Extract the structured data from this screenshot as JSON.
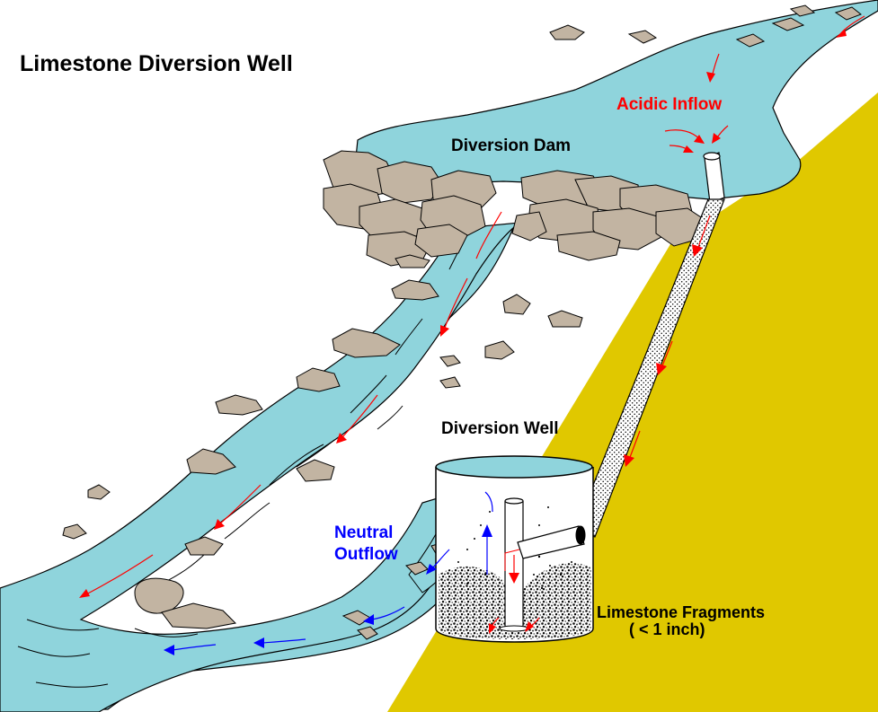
{
  "title": "Limestone Diversion Well",
  "labels": {
    "diversion_dam": "Diversion Dam",
    "acidic_inflow": "Acidic Inflow",
    "diversion_well": "Diversion Well",
    "neutral_outflow_line1": "Neutral",
    "neutral_outflow_line2": "Outflow",
    "limestone_fragments_line1": "Limestone Fragments",
    "limestone_fragments_line2": "( < 1 inch)"
  },
  "colors": {
    "water": "#8fd4dc",
    "hillside": "#e0c800",
    "rock": "#c2b4a2",
    "acidic_arrow": "#ff0000",
    "neutral_arrow": "#0000ff",
    "outline": "#000000"
  },
  "icons": [
    "red-flow-arrow",
    "blue-flow-arrow"
  ]
}
